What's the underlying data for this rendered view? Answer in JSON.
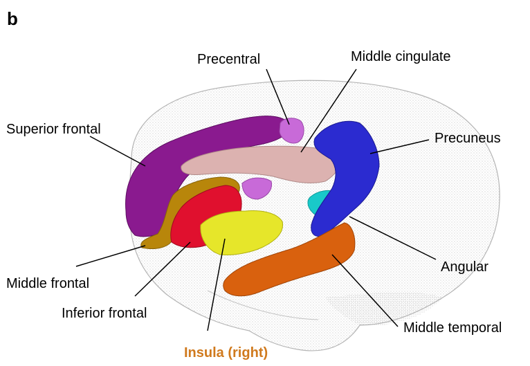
{
  "panel_letter": "b",
  "labels": {
    "precentral": "Precentral",
    "middle_cingulate": "Middle cingulate",
    "superior_frontal": "Superior frontal",
    "precuneus": "Precuneus",
    "angular": "Angular",
    "middle_frontal": "Middle frontal",
    "inferior_frontal": "Inferior frontal",
    "middle_temporal": "Middle temporal",
    "insula_right": "Insula (right)"
  },
  "colors": {
    "superior_frontal": "#8a1a8f",
    "precentral": "#c86ad8",
    "middle_cingulate": "#dcb2b0",
    "precuneus": "#2b2bd0",
    "angular": "#19c9c9",
    "middle_frontal": "#b8860b",
    "inferior_frontal": "#e0102e",
    "insula": "#e6e62a",
    "middle_temporal": "#d9610e",
    "highlight_label": "#d07a1e"
  }
}
